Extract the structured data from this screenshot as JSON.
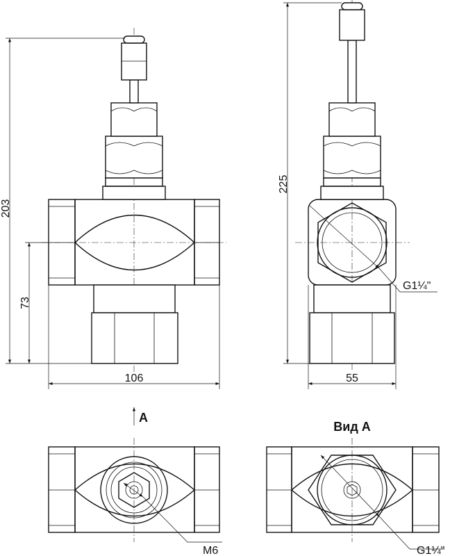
{
  "dimensions": {
    "front_height": "203",
    "axis_height": "73",
    "front_width": "106",
    "side_height": "225",
    "side_width": "55",
    "side_thread": "G1¼\"",
    "bottom_left_thread": "M6",
    "bottom_right_thread": "G1¼\""
  },
  "labels": {
    "view_arrow": "A",
    "view_title": "Вид А"
  }
}
